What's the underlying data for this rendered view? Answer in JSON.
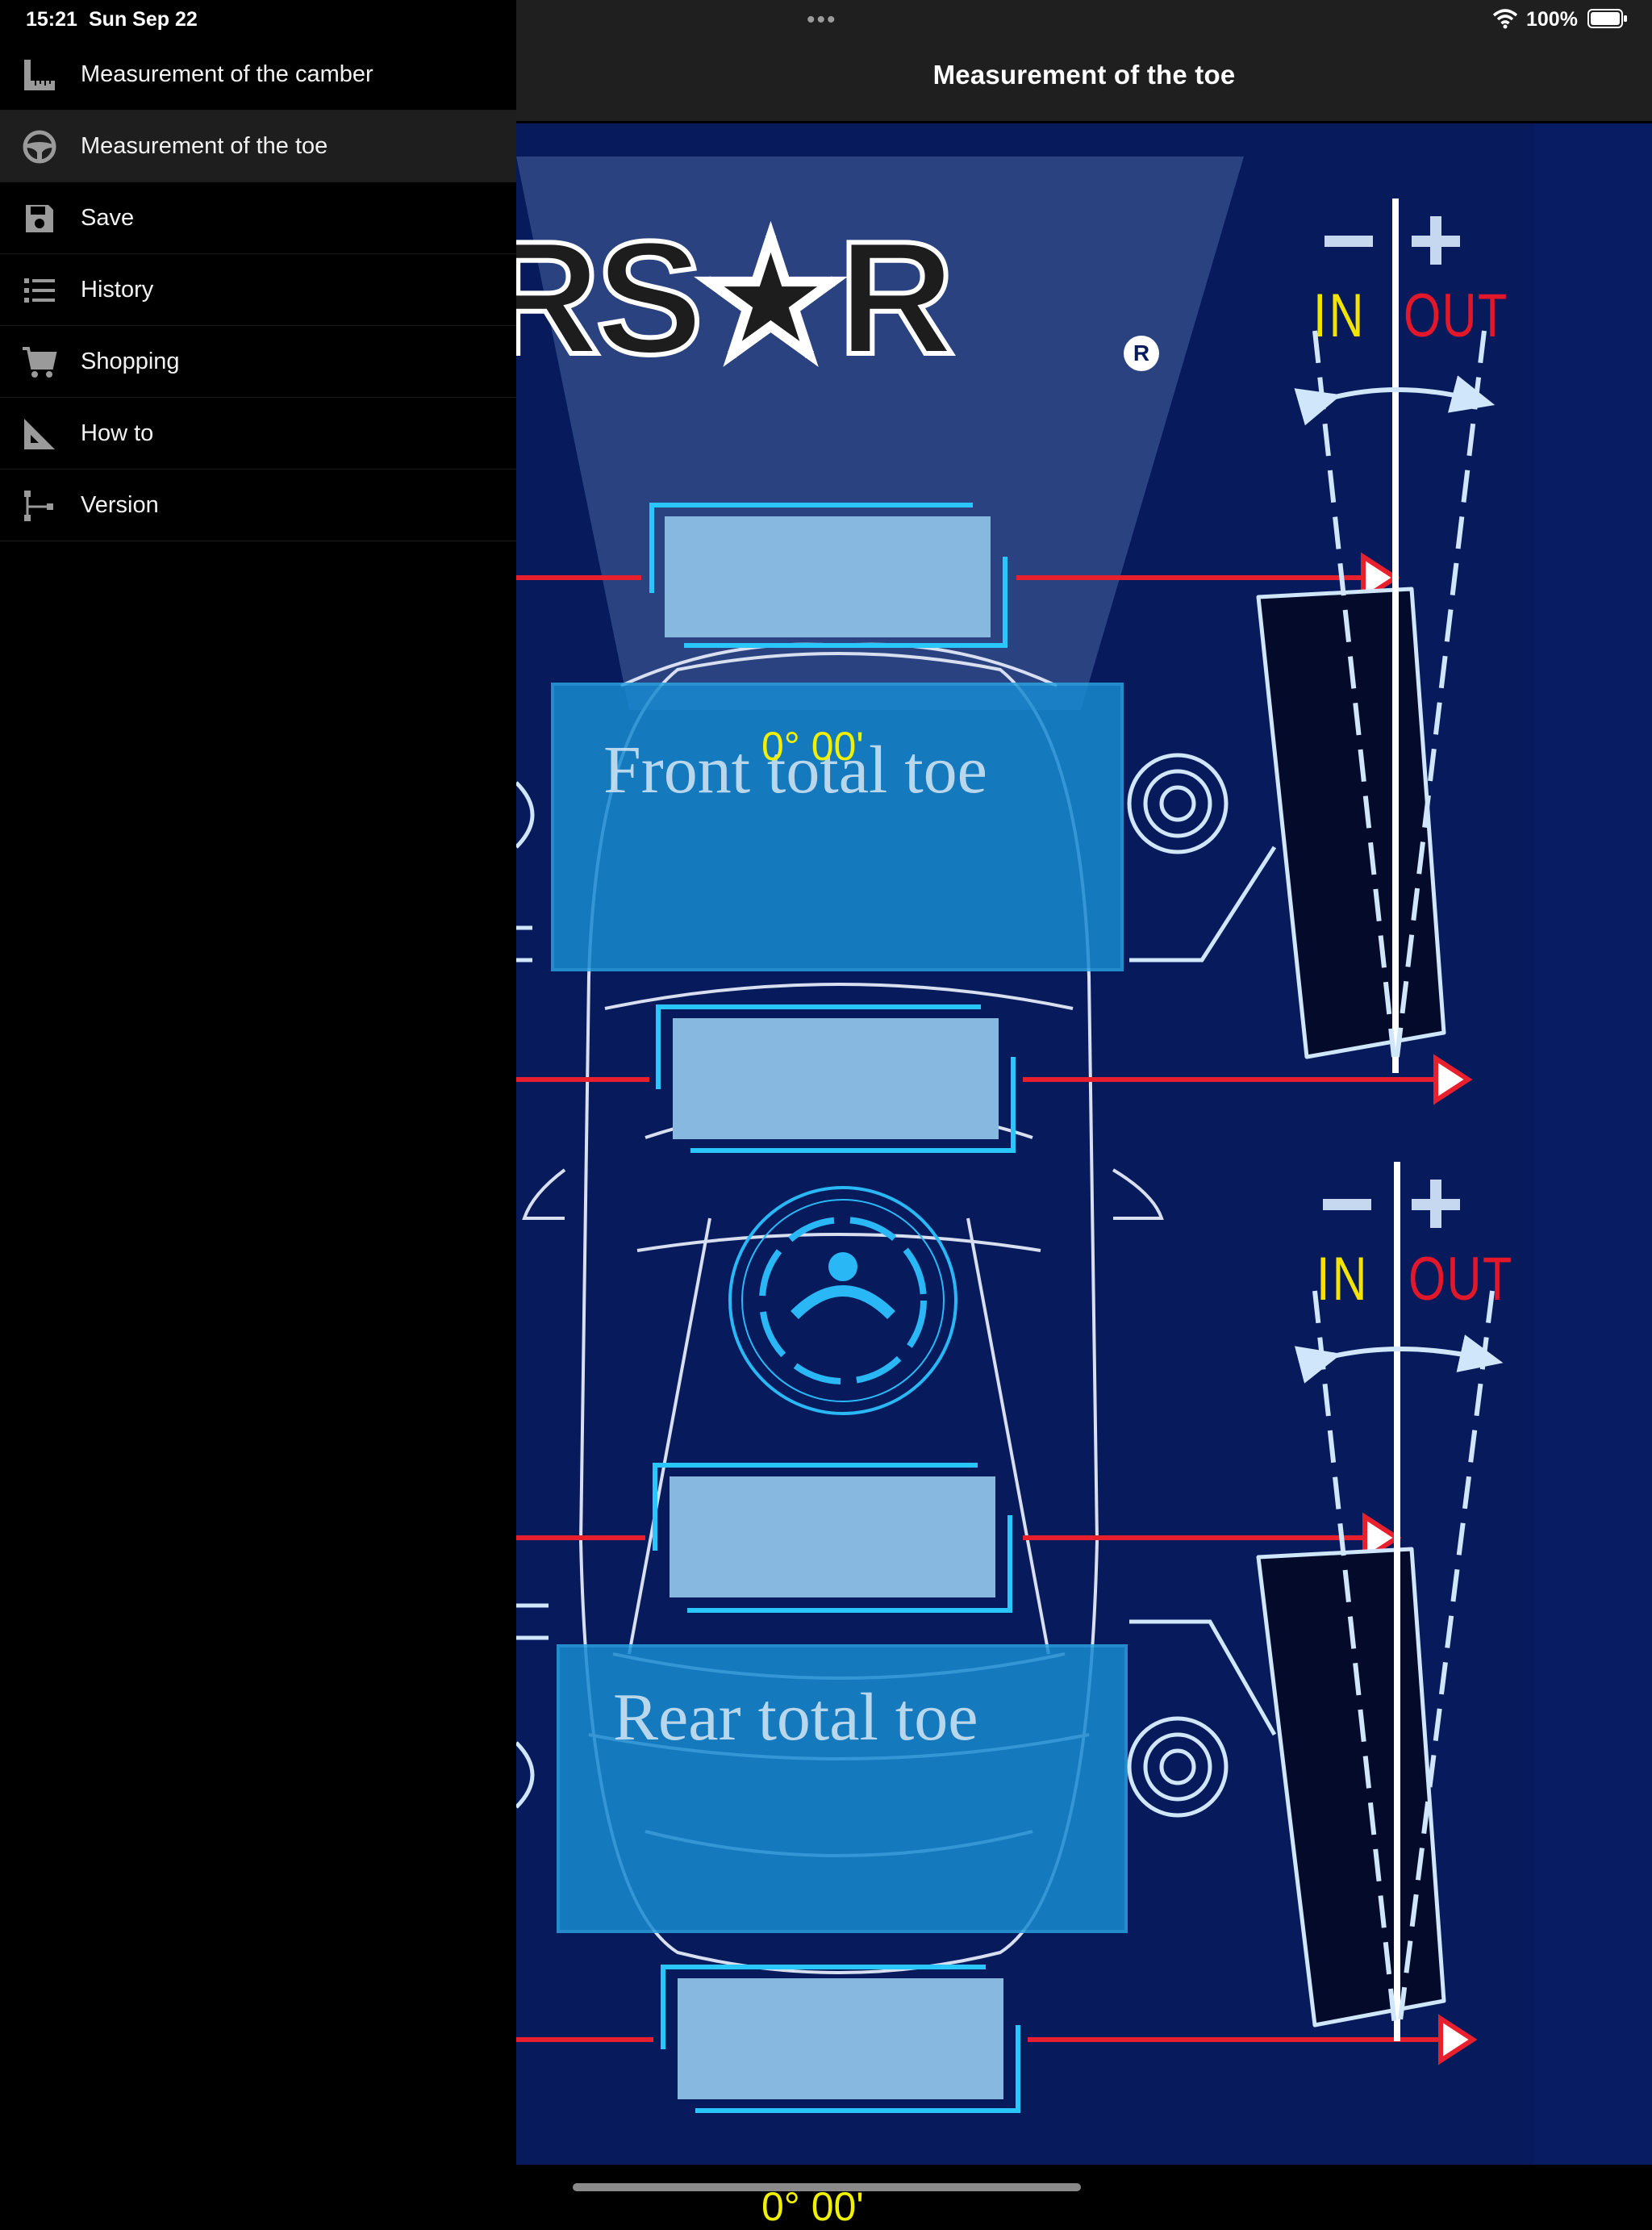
{
  "status_bar": {
    "time": "15:21",
    "date": "Sun Sep 22",
    "battery": "100%"
  },
  "nav": {
    "title": "Measurement of the toe"
  },
  "sidebar": {
    "items": [
      {
        "label": "Measurement of the camber",
        "icon": "ruler-icon",
        "active": false
      },
      {
        "label": "Measurement of the toe",
        "icon": "steering-wheel-icon",
        "active": true
      },
      {
        "label": "Save",
        "icon": "floppy-disk-icon",
        "active": false
      },
      {
        "label": "History",
        "icon": "list-icon",
        "active": false
      },
      {
        "label": "Shopping",
        "icon": "cart-icon",
        "active": false
      },
      {
        "label": "How to",
        "icon": "set-square-icon",
        "active": false
      },
      {
        "label": "Version",
        "icon": "version-tree-icon",
        "active": false
      }
    ]
  },
  "diagram": {
    "logo_text": "RS★R",
    "front_label": "Front total toe",
    "front_value": "0° 00'",
    "rear_label": "Rear total toe",
    "rear_value": "0° 00'",
    "scale": {
      "minus": "−",
      "plus": "+",
      "in": "IN",
      "out": "OUT"
    }
  },
  "colors": {
    "background_blue": "#061a5c",
    "accent_cyan": "#29c6ff",
    "laser_red": "#e8202e",
    "value_yellow": "#f0f000"
  }
}
